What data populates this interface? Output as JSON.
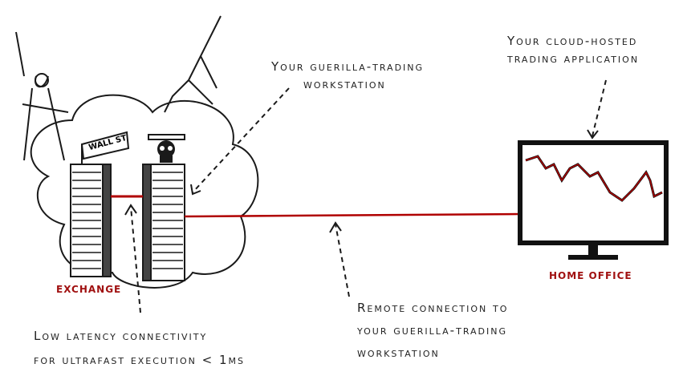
{
  "labels": {
    "workstation": [
      "Your guerilla-trading",
      "workstation"
    ],
    "cloud_app": [
      "Your cloud-hosted",
      "trading application"
    ],
    "remote": [
      "Remote connection to",
      "your guerilla-trading",
      "workstation"
    ],
    "latency": [
      "Low latency connectivity",
      "for ultrafast execution < 1ms"
    ],
    "exchange": "EXCHANGE",
    "home_office": "HOME OFFICE",
    "street_sign": "WALL ST"
  },
  "colors": {
    "ink": "#1a1a1a",
    "accent": "#b00000"
  }
}
